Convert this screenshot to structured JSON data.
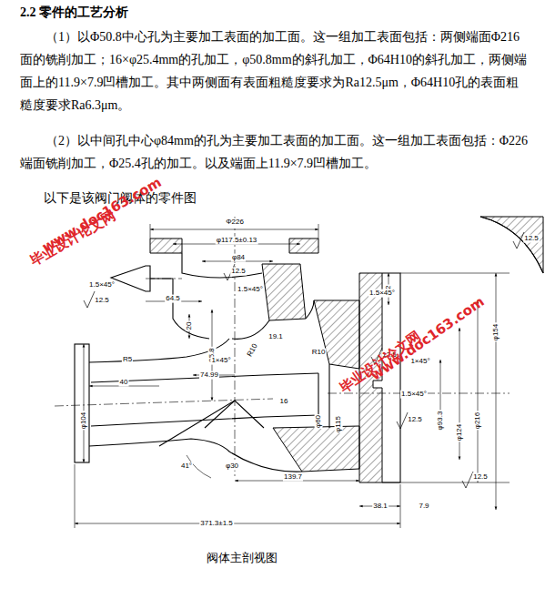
{
  "diagram": {
    "title": "2.2 零件的工艺分析",
    "caption": "阀体主剖视图",
    "labels": [
      "（1）以Φ50.8中心孔为主要加工表面的加工面。这一组加工表面包括：两侧端面Φ216面的铣削加工；16×φ25.4mm的孔加工，φ50.8mm的斜孔加工，Φ64H10的斜孔加工，两侧端面上的11.9×7.9凹槽加工。其中两侧面有表面粗糙度要求为Ra12.5μm，Φ64H10孔的表面粗糙度要求Ra6.3μm。",
      "（2）以中间孔中心φ84mm的孔为主要加工表面的加工面。这一组加工表面包括：Φ226端面铣削加工，Φ25.4孔的加工。以及端面上11.9×7.9凹槽加工。",
      "以下是该阀门阀体的零件图",
      "Φ226",
      "φ117.5±0.13",
      "φ84",
      "12.5",
      "1.5×45°",
      "42",
      "1.5×45°",
      "1.5×45°",
      "12.5",
      "64.5",
      "20",
      "95.8",
      "R10",
      "19.1",
      "R10",
      "R5",
      "1×45°",
      "φ154",
      "1×45°",
      "74.99",
      "40",
      "φ104",
      "16",
      "1.5×45°",
      "φ115",
      "φ60",
      "φ93.3",
      "φ124",
      "φ216",
      "12.5",
      "φ30",
      "41°",
      "139.7",
      "38.1",
      "7.9",
      "371.3±1.5",
      "12.5",
      "12.5",
      "12.5",
      "毕业设计论文网",
      "www.doc163.com",
      "毕业设计论文网",
      "www.doc163.com"
    ]
  }
}
